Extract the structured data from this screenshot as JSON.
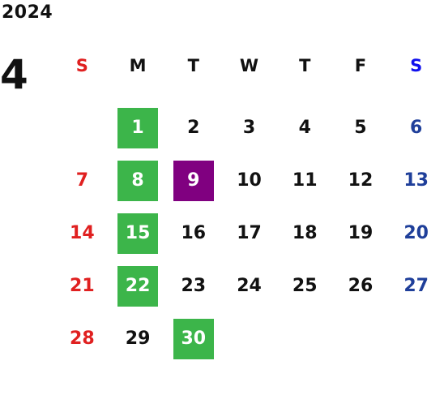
{
  "year": "2024",
  "month": "4",
  "weekdays": [
    "S",
    "M",
    "T",
    "W",
    "T",
    "F",
    "S"
  ],
  "colors": {
    "sunday": "#e02020",
    "saturday": "#1f3f9a",
    "weekday": "#111111",
    "saturday_header": "#1010ee",
    "holiday_bg": "#3cb54a",
    "today_bg": "#800080",
    "highlight_text": "#ffffff"
  },
  "weeks": [
    [
      {
        "day": ""
      },
      {
        "day": "1",
        "mark": "holiday"
      },
      {
        "day": "2"
      },
      {
        "day": "3"
      },
      {
        "day": "4"
      },
      {
        "day": "5"
      },
      {
        "day": "6"
      }
    ],
    [
      {
        "day": "7"
      },
      {
        "day": "8",
        "mark": "holiday"
      },
      {
        "day": "9",
        "mark": "today"
      },
      {
        "day": "10"
      },
      {
        "day": "11"
      },
      {
        "day": "12"
      },
      {
        "day": "13"
      }
    ],
    [
      {
        "day": "14"
      },
      {
        "day": "15",
        "mark": "holiday"
      },
      {
        "day": "16"
      },
      {
        "day": "17"
      },
      {
        "day": "18"
      },
      {
        "day": "19"
      },
      {
        "day": "20"
      }
    ],
    [
      {
        "day": "21"
      },
      {
        "day": "22",
        "mark": "holiday"
      },
      {
        "day": "23"
      },
      {
        "day": "24"
      },
      {
        "day": "25"
      },
      {
        "day": "26"
      },
      {
        "day": "27"
      }
    ],
    [
      {
        "day": "28"
      },
      {
        "day": "29"
      },
      {
        "day": "30",
        "mark": "holiday"
      },
      {
        "day": ""
      },
      {
        "day": ""
      },
      {
        "day": ""
      },
      {
        "day": ""
      }
    ]
  ]
}
